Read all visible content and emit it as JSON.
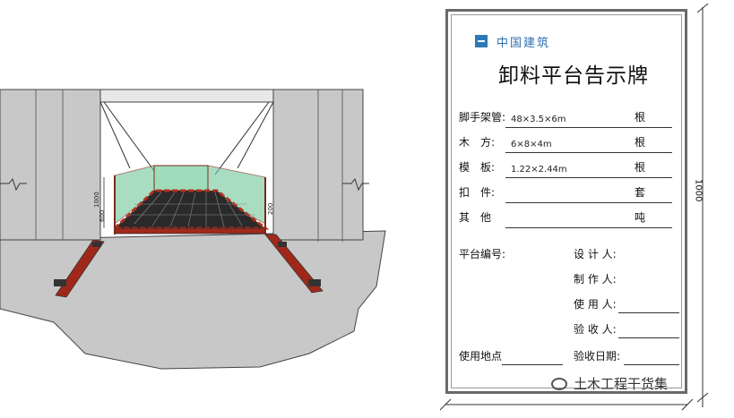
{
  "sign": {
    "logo_text": "中国建筑",
    "title": "卸料平台告示牌",
    "rows": [
      {
        "label": "脚手架管:",
        "value": "48×3.5×6m",
        "unit": "根"
      },
      {
        "label": "木　方:",
        "value": "6×8×4m",
        "unit": "根"
      },
      {
        "label": "模　板:",
        "value": "1.22×2.44m",
        "unit": "根"
      },
      {
        "label": "扣　件:",
        "value": "",
        "unit": "套"
      },
      {
        "label": "其　他",
        "value": "",
        "unit": "吨"
      }
    ],
    "platform_no_label": "平台编号:",
    "designer_label": "设 计 人:",
    "maker_label": "制 作 人:",
    "user_label": "使 用 人:",
    "inspector_label": "验 收 人:",
    "location_label": "使用地点",
    "accept_date_label": "验收日期:"
  },
  "dimensions": {
    "sign_height": "1000",
    "rail_height": "1000",
    "rail_mid": "600",
    "toe_board": "200"
  },
  "watermark": "土木工程干货集",
  "colors": {
    "wall": "#c8c8c8",
    "beam": "#a0281a",
    "mesh": "#6fc79a",
    "border": "#6a6a6a",
    "logo": "#2e78b8"
  }
}
